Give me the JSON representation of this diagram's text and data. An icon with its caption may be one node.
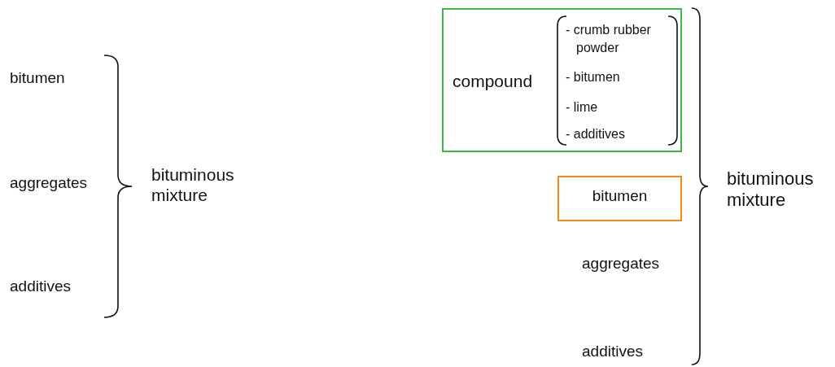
{
  "diagram": {
    "nodes": [
      {
        "text": [
          "compound",
          "- crumb rubber powder",
          "- bitumen",
          "- lime",
          "- additives"
        ]
      },
      {
        "text": [
          "bitumen"
        ]
      }
    ],
    "labels": [
      "bitumen",
      "aggregates",
      "additives",
      "bituminous mixture",
      "aggregates",
      "additives",
      "bituminous mixture"
    ]
  }
}
